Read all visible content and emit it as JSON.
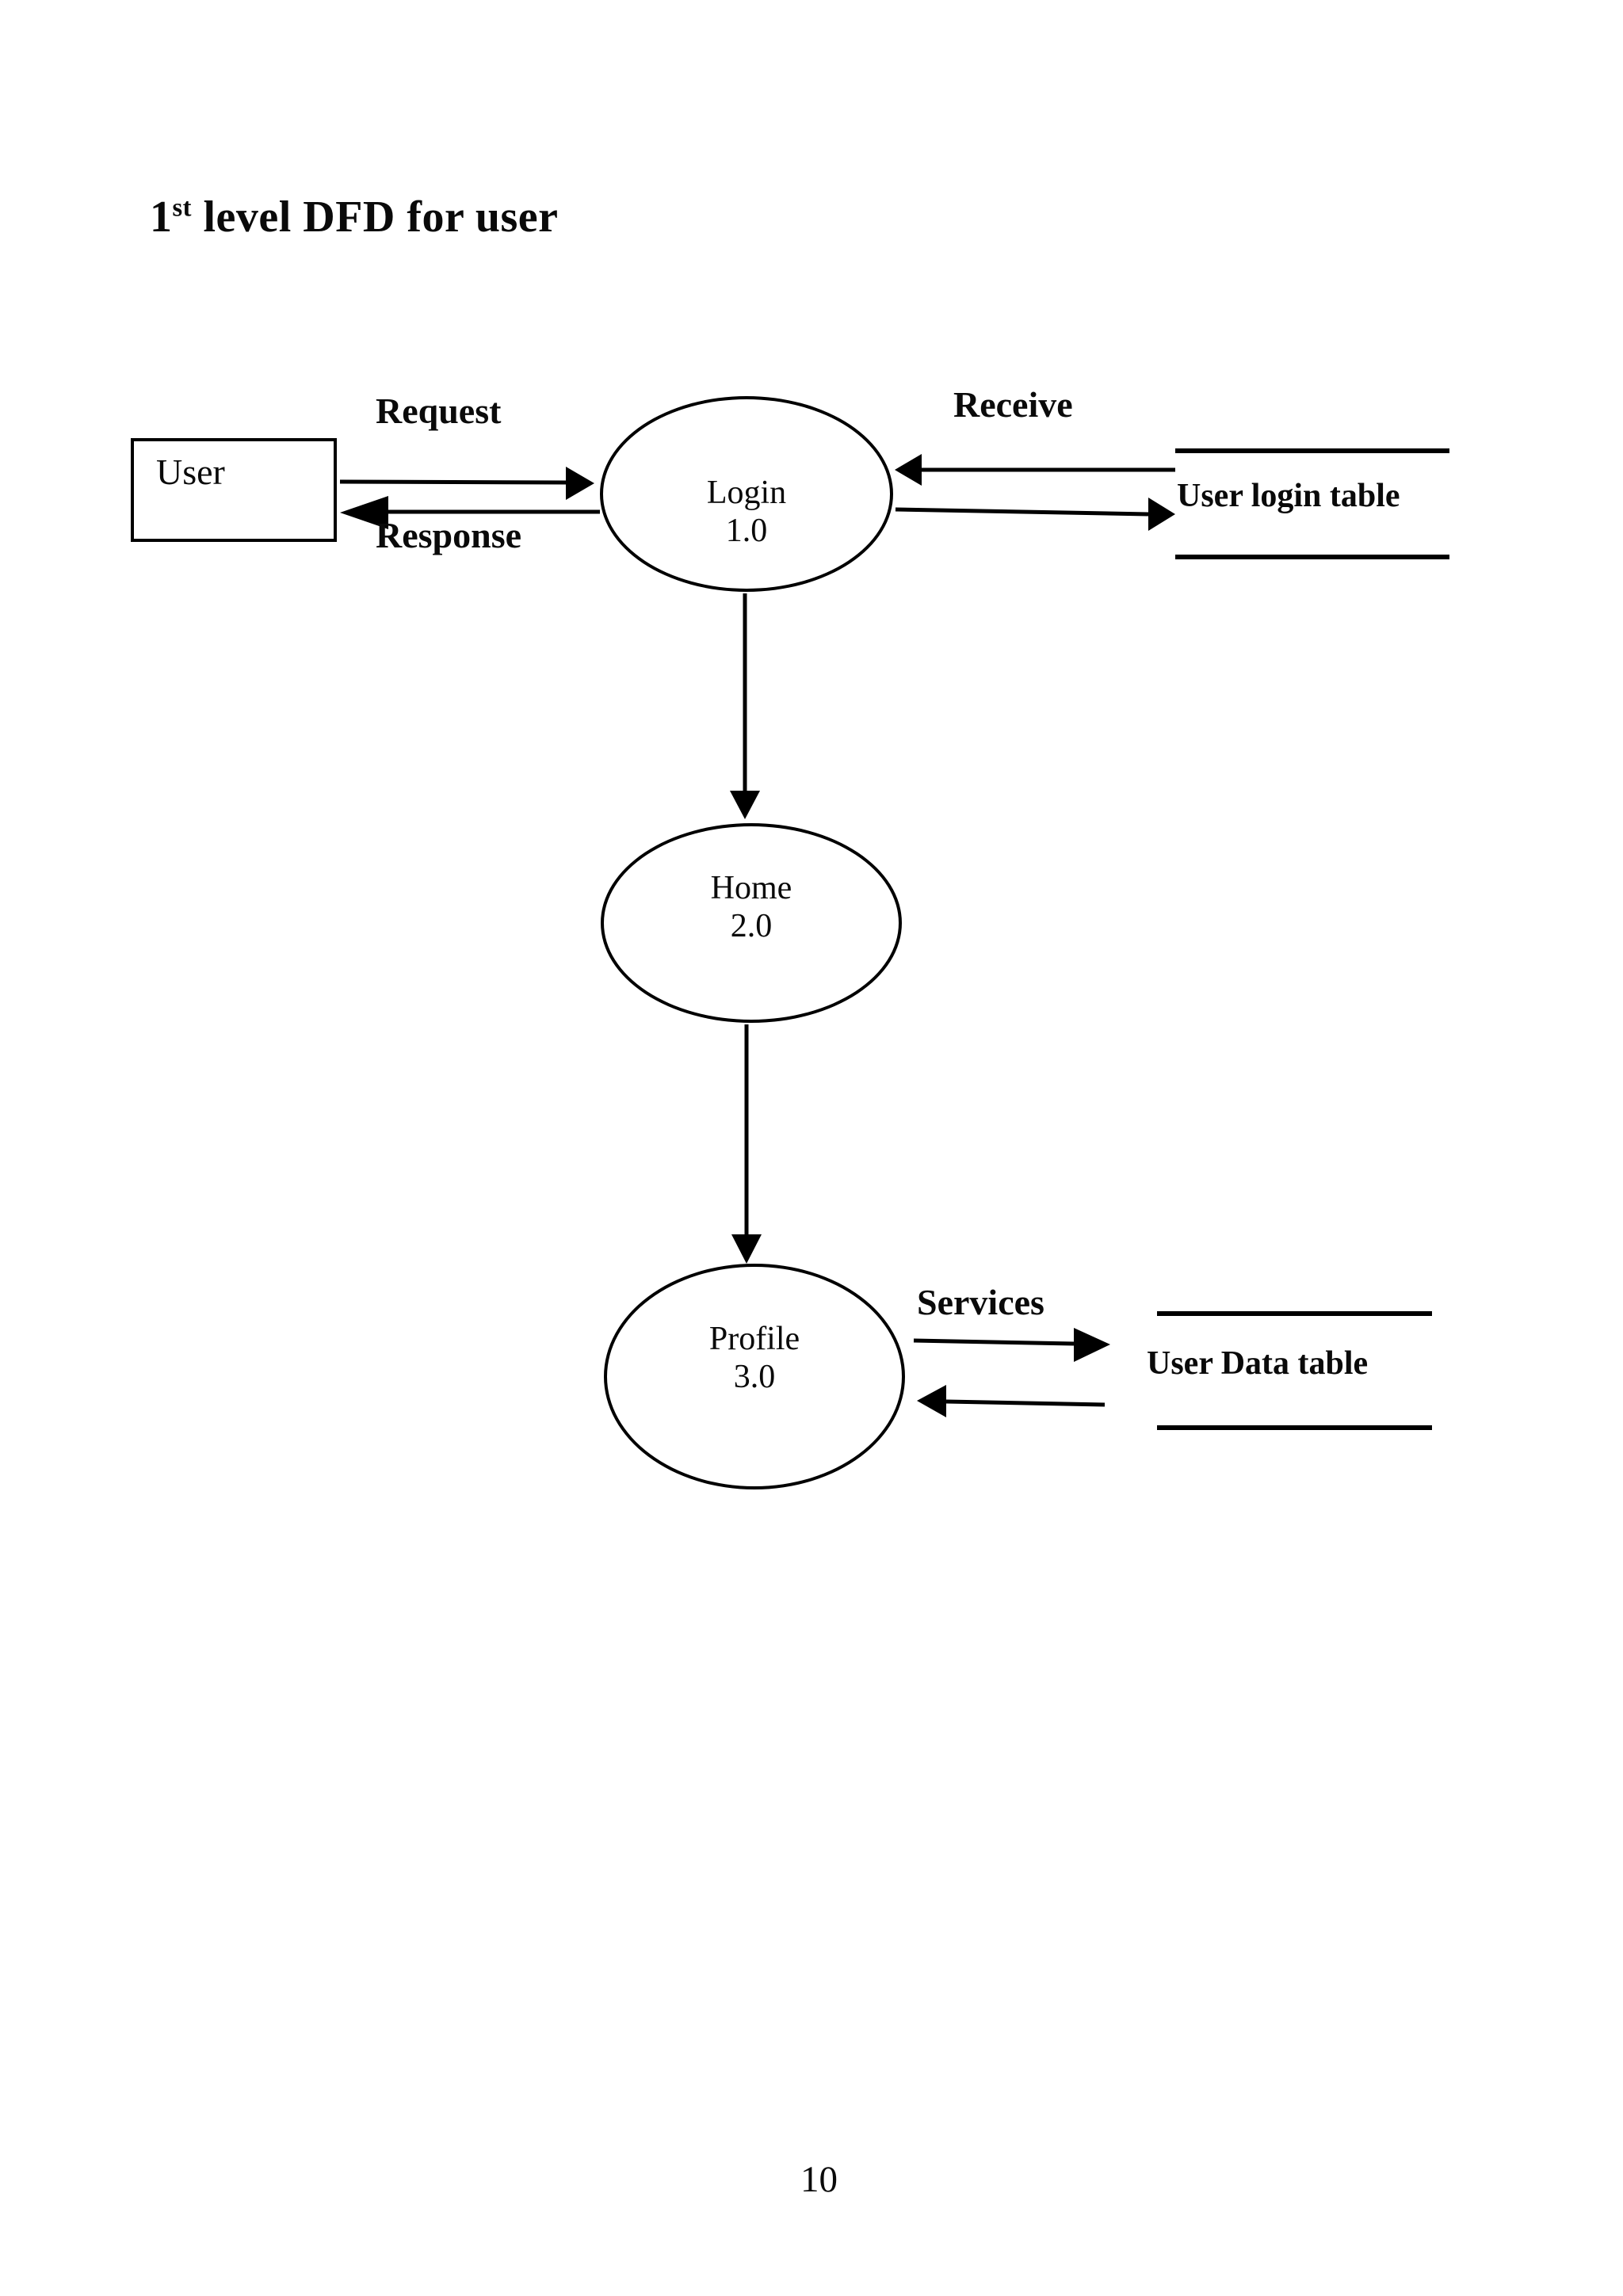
{
  "page": {
    "title_number": "1",
    "title_superscript": "st",
    "title_rest": " level DFD for user",
    "page_number": "10"
  },
  "colors": {
    "background": "#ffffff",
    "ink": "#000000"
  },
  "entities": {
    "user": {
      "label": "User"
    }
  },
  "processes": [
    {
      "name": "Login",
      "number": "1.0"
    },
    {
      "name": "Home",
      "number": "2.0"
    },
    {
      "name": "Profile",
      "number": "3.0"
    }
  ],
  "data_stores": [
    {
      "label": "User login table"
    },
    {
      "label": "User Data table"
    }
  ],
  "flow_labels": {
    "request": "Request",
    "response": "Response",
    "receive": "Receive",
    "services": "Services"
  }
}
